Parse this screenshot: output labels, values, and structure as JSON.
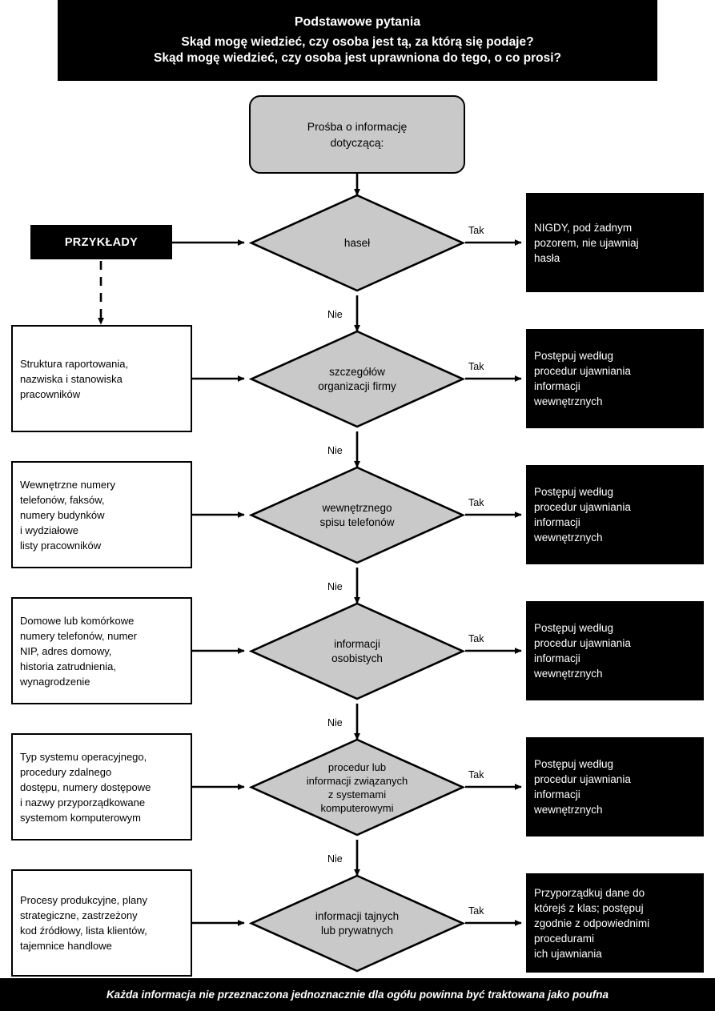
{
  "header": {
    "title": "Podstawowe pytania",
    "question_1": "Skąd mogę wiedzieć, czy osoba jest tą, za którą się podaje?",
    "question_2": "Skąd mogę wiedzieć, czy osoba jest uprawniona do tego, o co prosi?"
  },
  "footer": {
    "note": "Każda informacja nie przeznaczona jednoznacznie dla ogółu powinna być traktowana jako poufna"
  },
  "start": {
    "line_1": "Prośba o informację",
    "line_2": "dotyczącą:"
  },
  "examples_label": {
    "text": "PRZYKŁADY"
  },
  "edge_labels": {
    "yes": "Tak",
    "no": "Nie"
  },
  "colors": {
    "decision_fill": "#c9c9c9",
    "banner_bg": "#000000",
    "banner_text": "#ffffff",
    "stroke": "#000000",
    "example_fill": "#ffffff"
  },
  "rows": [
    {
      "decision": "haseł",
      "example": "",
      "result": "NIGDY, pod żadnym\npozorem, nie ujawniaj\nhasła"
    },
    {
      "decision": "szczegółów\norganizacji firmy",
      "example": "Struktura raportowania,\nnazwiska i stanowiska\npracowników",
      "result": "Postępuj według\nprocedur ujawniania\ninformacji\nwewnętrznych"
    },
    {
      "decision": "wewnętrznego\nspisu telefonów",
      "example": "Wewnętrzne numery\ntelefonów, faksów,\nnumery budynków\ni wydziałowe\nlisty pracowników",
      "result": "Postępuj według\nprocedur ujawniania\ninformacji\nwewnętrznych"
    },
    {
      "decision": "informacji\nosobistych",
      "example": "Domowe lub komórkowe\nnumery telefonów, numer\nNIP, adres domowy,\nhistoria zatrudnienia,\nwynagrodzenie",
      "result": "Postępuj według\nprocedur ujawniania\ninformacji\nwewnętrznych"
    },
    {
      "decision": "procedur lub\ninformacji związanych\nz systemami\nkomputerowymi",
      "example": "Typ systemu operacyjnego,\nprocedury zdalnego\ndostępu, numery dostępowe\ni nazwy przyporządkowane\nsystemom komputerowym",
      "result": "Postępuj według\nprocedur ujawniania\ninformacji\nwewnętrznych"
    },
    {
      "decision": "informacji tajnych\nlub prywatnych",
      "example": "Procesy produkcyjne, plany\nstrategiczne, zastrzeżony\nkod źródłowy, lista klientów,\ntajemnice handlowe",
      "result": "Przyporządkuj dane do\nktórejś z klas; postępuj\nzgodnie z odpowiednimi\nprocedurami\nich ujawniania"
    }
  ]
}
